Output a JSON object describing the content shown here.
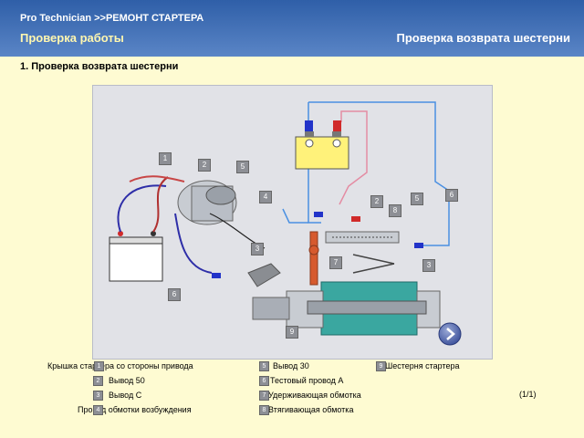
{
  "header": {
    "app_title": "Pro  Technician >>РЕМОНТ СТАРТЕРА",
    "section_left": "Проверка работы",
    "section_right": "Проверка возврата шестерни"
  },
  "step": {
    "title": "1. Проверка возврата шестерни"
  },
  "diagram": {
    "labels": [
      "1",
      "2",
      "5",
      "4",
      "6",
      "5",
      "2",
      "8",
      "3",
      "7",
      "3",
      "6",
      "9"
    ],
    "battery_minus": "−",
    "battery_plus": "+"
  },
  "legend": [
    {
      "num": "1",
      "text": "Крышка стартера со стороны привода"
    },
    {
      "num": "2",
      "text": "Вывод 50"
    },
    {
      "num": "3",
      "text": "Вывод C"
    },
    {
      "num": "4",
      "text": "Провод обмотки возбуждения"
    },
    {
      "num": "5",
      "text": "Вывод 30"
    },
    {
      "num": "6",
      "text": "Тестовый провод A"
    },
    {
      "num": "7",
      "text": "Удерживающая обмотка"
    },
    {
      "num": "8",
      "text": "Втягивающая обмотка"
    },
    {
      "num": "9",
      "text": "Шестерня стартера"
    }
  ],
  "pagination": {
    "counter": "(1/1)"
  },
  "icons": {
    "next": "chevron-right-icon"
  }
}
